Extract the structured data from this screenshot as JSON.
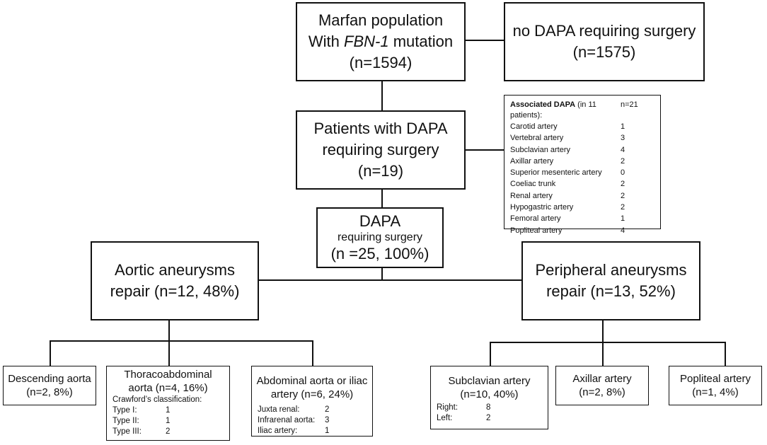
{
  "top": {
    "line1": "Marfan population",
    "line2_prefix": "With ",
    "line2_italic": "FBN-1",
    "line2_suffix": " mutation",
    "line3": "(n=1594)"
  },
  "no_dapa": {
    "line1": "no DAPA requiring surgery",
    "line2": "(n=1575)"
  },
  "patients": {
    "line1": "Patients with DAPA",
    "line2": "requiring surgery",
    "line3": "(n=19)"
  },
  "associated": {
    "header_bold": "Associated DAPA",
    "header_rest": " (in 11 patients):",
    "header_n": "n=21",
    "items": [
      {
        "name": "Carotid artery",
        "n": "1"
      },
      {
        "name": "Vertebral artery",
        "n": "3"
      },
      {
        "name": "Subclavian artery",
        "n": "4"
      },
      {
        "name": "Axillar artery",
        "n": "2"
      },
      {
        "name": "Superior mesenteric  artery",
        "n": "0"
      },
      {
        "name": "Coeliac trunk",
        "n": "2"
      },
      {
        "name": "Renal artery",
        "n": "2"
      },
      {
        "name": "Hypogastric artery",
        "n": "2"
      },
      {
        "name": "Femoral artery",
        "n": "1"
      },
      {
        "name": "Popliteal artery",
        "n": "4"
      }
    ]
  },
  "dapa": {
    "line1": "DAPA",
    "line2": "requiring surgery",
    "line3": "(n =25, 100%)"
  },
  "aortic": {
    "line1": "Aortic aneurysms",
    "line2": "repair (n=12, 48%)"
  },
  "peripheral": {
    "line1": "Peripheral aneurysms",
    "line2": "repair (n=13, 52%)"
  },
  "descending": {
    "line1": "Descending aorta",
    "line2": "(n=2, 8%)"
  },
  "thoraco": {
    "line1": "Thoracoabdominal",
    "line2": "aorta (n=4, 16%)",
    "sub_title": "Crawford’s classification:",
    "rows": [
      {
        "k": "Type I:",
        "v": "1"
      },
      {
        "k": "Type II:",
        "v": "1"
      },
      {
        "k": "Type III:",
        "v": "2"
      }
    ]
  },
  "abdominal": {
    "line1": "Abdominal aorta or iliac",
    "line2": "artery (n=6, 24%)",
    "rows": [
      {
        "k": "Juxta renal:",
        "v": "2"
      },
      {
        "k": "Infrarenal aorta:",
        "v": "3"
      },
      {
        "k": "Iliac artery:",
        "v": "1"
      }
    ]
  },
  "subclavian": {
    "line1": "Subclavian artery",
    "line2": "(n=10, 40%)",
    "rows": [
      {
        "k": "Right:",
        "v": "8"
      },
      {
        "k": "Left:",
        "v": "2"
      }
    ]
  },
  "axillar": {
    "line1": "Axillar artery",
    "line2": "(n=2, 8%)"
  },
  "popliteal": {
    "line1": "Popliteal artery",
    "line2": "(n=1, 4%)"
  }
}
